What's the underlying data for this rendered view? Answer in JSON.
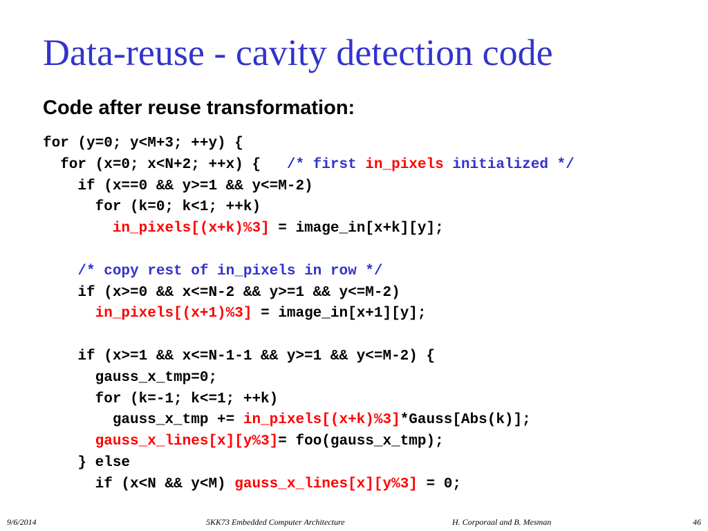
{
  "slide": {
    "title": "Data-reuse - cavity detection code",
    "subtitle": "Code after reuse transformation:"
  },
  "colors": {
    "title": "#3333cc",
    "comment": "#3333cc",
    "highlight": "#ff0000",
    "text": "#000000"
  },
  "code_lines": [
    {
      "segments": [
        {
          "text": "for (y=0; y<M+3; ++y) {",
          "color": "black"
        }
      ]
    },
    {
      "segments": [
        {
          "text": "  for (x=0; x<N+2; ++x) {   ",
          "color": "black"
        },
        {
          "text": "/* first ",
          "color": "blue"
        },
        {
          "text": "in_pixels",
          "color": "red"
        },
        {
          "text": " initialized */",
          "color": "blue"
        }
      ]
    },
    {
      "segments": [
        {
          "text": "    if (x==0 && y>=1 && y<=M-2)",
          "color": "black"
        }
      ]
    },
    {
      "segments": [
        {
          "text": "      for (k=0; k<1; ++k)",
          "color": "black"
        }
      ]
    },
    {
      "segments": [
        {
          "text": "        ",
          "color": "black"
        },
        {
          "text": "in_pixels[(x+k)%3]",
          "color": "red"
        },
        {
          "text": " = image_in[x+k][y];",
          "color": "black"
        }
      ]
    },
    {
      "segments": []
    },
    {
      "segments": [
        {
          "text": "    ",
          "color": "black"
        },
        {
          "text": "/* copy rest of in_pixels in row */",
          "color": "blue"
        }
      ]
    },
    {
      "segments": [
        {
          "text": "    if (x>=0 && x<=N-2 && y>=1 && y<=M-2)",
          "color": "black"
        }
      ]
    },
    {
      "segments": [
        {
          "text": "      ",
          "color": "black"
        },
        {
          "text": "in_pixels[(x+1)%3]",
          "color": "red"
        },
        {
          "text": " = image_in[x+1][y];",
          "color": "black"
        }
      ]
    },
    {
      "segments": []
    },
    {
      "segments": [
        {
          "text": "    if (x>=1 && x<=N-1-1 && y>=1 && y<=M-2) {",
          "color": "black"
        }
      ]
    },
    {
      "segments": [
        {
          "text": "      gauss_x_tmp=0;",
          "color": "black"
        }
      ]
    },
    {
      "segments": [
        {
          "text": "      for (k=-1; k<=1; ++k)",
          "color": "black"
        }
      ]
    },
    {
      "segments": [
        {
          "text": "        gauss_x_tmp += ",
          "color": "black"
        },
        {
          "text": "in_pixels[(x+k)%3]",
          "color": "red"
        },
        {
          "text": "*Gauss[Abs(k)];",
          "color": "black"
        }
      ]
    },
    {
      "segments": [
        {
          "text": "      ",
          "color": "black"
        },
        {
          "text": "gauss_x_lines[x][y%3]",
          "color": "red"
        },
        {
          "text": "= foo(gauss_x_tmp);",
          "color": "black"
        }
      ]
    },
    {
      "segments": [
        {
          "text": "    } else",
          "color": "black"
        }
      ]
    },
    {
      "segments": [
        {
          "text": "      if (x<N && y<M) ",
          "color": "black"
        },
        {
          "text": "gauss_x_lines[x][y%3]",
          "color": "red"
        },
        {
          "text": " = 0;",
          "color": "black"
        }
      ]
    }
  ],
  "footer": {
    "date": "9/6/2014",
    "course": "5KK73 Embedded Computer Architecture",
    "authors": "H. Corporaal and B. Mesman",
    "page": "46"
  }
}
